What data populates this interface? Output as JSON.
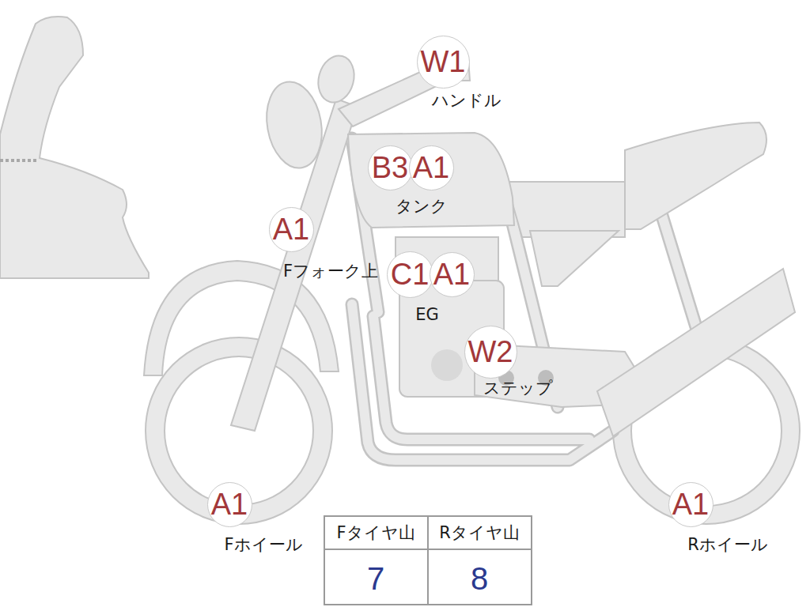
{
  "diagram": {
    "nodes": [
      {
        "text": [
          "W1"
        ]
      },
      {
        "text": [
          "B3"
        ]
      },
      {
        "text": [
          "A1"
        ]
      },
      {
        "text": [
          "A1"
        ]
      },
      {
        "text": [
          "C1"
        ]
      },
      {
        "text": [
          "A1"
        ]
      },
      {
        "text": [
          "W2"
        ]
      },
      {
        "text": [
          "A1"
        ]
      },
      {
        "text": [
          "A1"
        ]
      }
    ],
    "labels": [
      "ハンドル",
      "タンク",
      "Fフォーク上",
      "EG",
      "ステップ",
      "Fホイール",
      "Rホイール",
      "Fタイヤ山",
      "Rタイヤ山",
      "7",
      "8"
    ]
  }
}
